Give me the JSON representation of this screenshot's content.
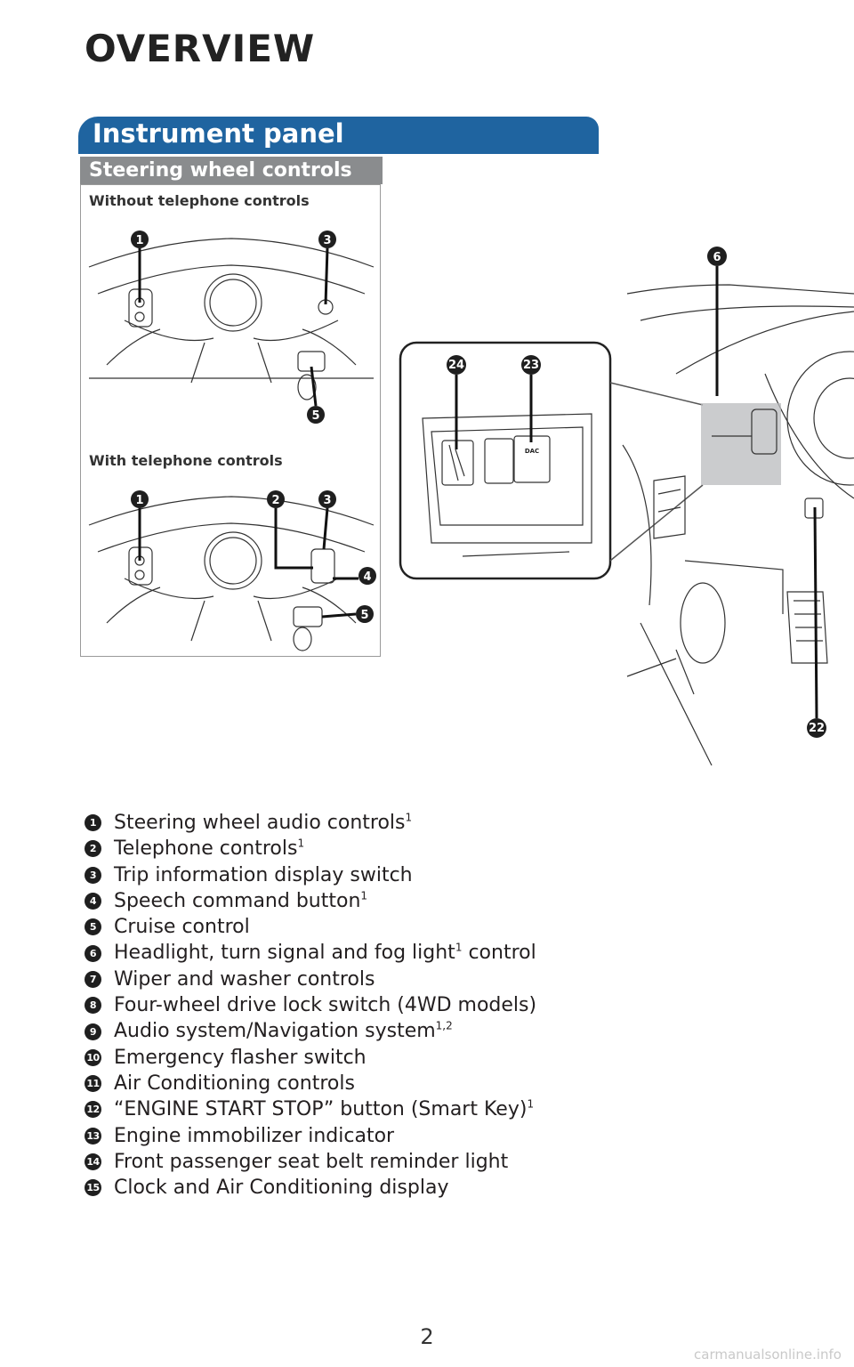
{
  "page": {
    "title": "OVERVIEW",
    "section_title": "Instrument panel",
    "subsection_title": "Steering wheel controls",
    "page_number": "2",
    "watermark": "carmanualsonline.info"
  },
  "figures": {
    "top_label": "Without telephone controls",
    "bottom_label": "With telephone controls",
    "callouts_top": [
      "1",
      "3",
      "5"
    ],
    "callouts_bottom": [
      "1",
      "2",
      "3",
      "4",
      "5"
    ],
    "callouts_main": [
      "24",
      "23",
      "6",
      "22"
    ],
    "dac_label": "DAC"
  },
  "legend": [
    {
      "num": "1",
      "text": "Steering wheel audio controls",
      "sup": "1",
      "after": ""
    },
    {
      "num": "2",
      "text": "Telephone controls",
      "sup": "1",
      "after": ""
    },
    {
      "num": "3",
      "text": "Trip information display switch",
      "sup": "",
      "after": ""
    },
    {
      "num": "4",
      "text": "Speech command button",
      "sup": "1",
      "after": ""
    },
    {
      "num": "5",
      "text": "Cruise control",
      "sup": "",
      "after": ""
    },
    {
      "num": "6",
      "text": "Headlight, turn signal and fog light",
      "sup": "1",
      "after": " control"
    },
    {
      "num": "7",
      "text": "Wiper and washer controls",
      "sup": "",
      "after": ""
    },
    {
      "num": "8",
      "text": "Four-wheel drive lock switch (4WD models)",
      "sup": "",
      "after": ""
    },
    {
      "num": "9",
      "text": "Audio system/Navigation system",
      "sup": "1,2",
      "after": ""
    },
    {
      "num": "10",
      "text": "Emergency flasher switch",
      "sup": "",
      "after": ""
    },
    {
      "num": "11",
      "text": "Air Conditioning controls",
      "sup": "",
      "after": ""
    },
    {
      "num": "12",
      "text": "“ENGINE START STOP” button (Smart Key)",
      "sup": "1",
      "after": ""
    },
    {
      "num": "13",
      "text": "Engine immobilizer indicator",
      "sup": "",
      "after": ""
    },
    {
      "num": "14",
      "text": "Front passenger seat belt reminder light",
      "sup": "",
      "after": ""
    },
    {
      "num": "15",
      "text": "Clock and Air Conditioning display",
      "sup": "",
      "after": ""
    }
  ]
}
